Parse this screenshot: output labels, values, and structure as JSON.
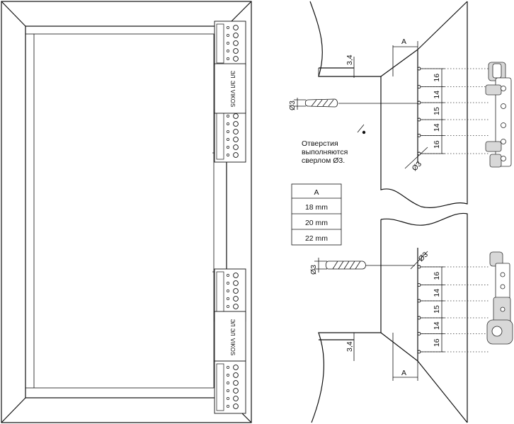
{
  "hole_spacings": [
    "16",
    "14",
    "15",
    "14",
    "16"
  ],
  "edge_offset_label": "3,4",
  "distance_label": "A",
  "drill_diameter_label": "Ø3",
  "note_lines": [
    "Отверстия",
    "выполняются",
    "сверлом Ø3."
  ],
  "table": {
    "header": "A",
    "rows": [
      "18 mm",
      "20 mm",
      "22 mm"
    ]
  },
  "hinge_markings": [
    "ЭЛ",
    "ЭЛ",
    "VIKOS",
    "ЭЛ",
    "ЭЛ",
    "VIKOS"
  ]
}
